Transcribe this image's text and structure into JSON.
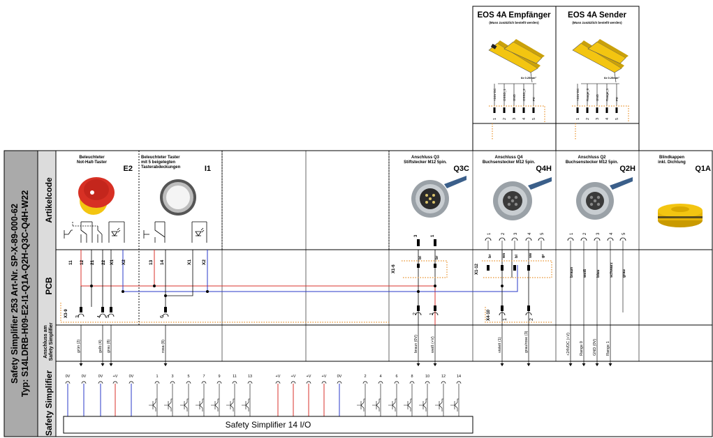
{
  "title_block": {
    "line1": "Safety Simplifier  253 Art-Nr. SP-X-89-000-62",
    "line2": "Typ: S14LDRB-H09-E2-I1-Q1A-Q2H-Q3C-Q4H-W22"
  },
  "rows": {
    "artikelcode": "Artikelcode",
    "pcb": "PCB",
    "anschluss": "Anschluss am Safety Simplifier",
    "anschluss_line1": "Anschluss am",
    "anschluss_line2": "Safety Simplifier",
    "safety": "Safety Simplifier"
  },
  "eos": [
    {
      "title": "EOS 4A Empfänger",
      "subtitle": "(Muss zusätzlich bestellt werden)",
      "wire_note": "6x 0.25mm²",
      "pins": [
        "+24V DC",
        "OSSD_1",
        "GND",
        "OSSD_2",
        "PE"
      ],
      "numbers": [
        "1",
        "2",
        "3",
        "4",
        "5"
      ]
    },
    {
      "title": "EOS 4A Sender",
      "subtitle": "(Muss zusätzlich bestellt werden)",
      "wire_note": "6x 0.25mm²",
      "pins": [
        "+24V DC",
        "Range_0",
        "GND",
        "Range_1",
        "PE"
      ],
      "numbers": [
        "1",
        "2",
        "3",
        "4",
        "5"
      ]
    }
  ],
  "components": [
    {
      "label": "Beleuchteter\nNot-Halt-Taster",
      "code": "E2"
    },
    {
      "label": "Beleuchteter Taster\n mit 5 beigelegten\nTasterabdeckungen",
      "code": "I1"
    },
    {
      "label": "Anschluss Q3\nStiftstecker M12 5pin.",
      "code": "Q3C"
    },
    {
      "label": "Anschluss Q4\nBuchsenstecker M12 5pin.",
      "code": "Q4H"
    },
    {
      "label": "Anschluss Q2\nBuchsenstecker M12 5pin.",
      "code": "Q2H"
    },
    {
      "label": "Blindkappen\ninkl. Dichtung",
      "code": "Q1A"
    }
  ],
  "e2_terminals": [
    "11",
    "12",
    "21",
    "22",
    "X1",
    "X2"
  ],
  "i1_terminals": [
    "13",
    "14",
    "X1",
    "X2"
  ],
  "connectors": {
    "x39": "X3-9",
    "x16": "X1-6",
    "x112": "X1-12",
    "x410": "X4-10"
  },
  "q3_pins": [
    "3",
    "1"
  ],
  "q3_colors": [
    "bl",
    "br"
  ],
  "q4_pins": [
    "1",
    "2",
    "3",
    "4",
    "5"
  ],
  "q4_colors": [
    "br",
    "ws",
    "bl",
    "sw",
    "gr"
  ],
  "q2_pins": [
    "1",
    "2",
    "3",
    "4",
    "5"
  ],
  "q2_colors": [
    "braun",
    "weiß",
    "blau",
    "schwarz",
    "grau"
  ],
  "plug_numbers": {
    "x39": [
      "3",
      "4",
      "5"
    ],
    "x39_6": "6",
    "q3": [
      "2",
      "1"
    ],
    "q4": [
      "1",
      "2"
    ]
  },
  "wire_labels": {
    "e2": [
      "grün (2)",
      "gelb (4)",
      "grau (8)"
    ],
    "i1": [
      "rosa (8)"
    ],
    "q3": [
      "braun (0V)",
      "weiß (+V)"
    ],
    "q4": [
      "violett (1)",
      "grau/rose (3)"
    ],
    "q2": [
      "+24VDC (+V)",
      "Range 0",
      "GND (0V)",
      "Range 1"
    ]
  },
  "terminals_left": [
    "0V",
    "0V",
    "0V",
    "+V",
    "0V"
  ],
  "terminals_inputs_a": [
    "1",
    "3",
    "5",
    "7",
    "9",
    "11",
    "13"
  ],
  "terminals_power": [
    "+V",
    "+V",
    "+V",
    "+V",
    "0V"
  ],
  "terminals_inputs_b": [
    "2",
    "4",
    "6",
    "8",
    "10",
    "12",
    "14"
  ],
  "simplifier_label": "Safety Simplifier 14 I/O",
  "colors": {
    "red_wire": "#d9322b",
    "blue_wire": "#2a39c8",
    "title_bg": "#aaaaaa",
    "row_bg": "#dcdcdc",
    "dots": "#e8912b",
    "yellow": "#f3c511"
  }
}
